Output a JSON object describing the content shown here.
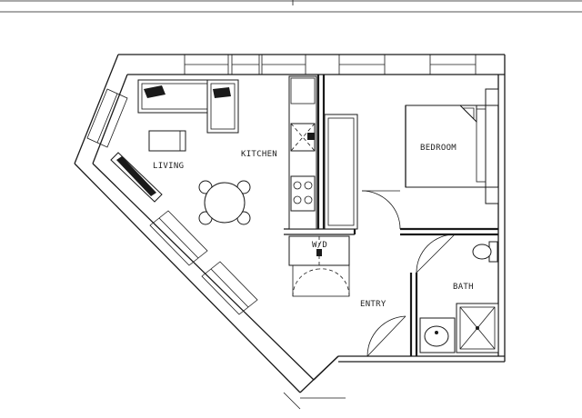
{
  "rooms": {
    "living": "LIVING",
    "kitchen": "KITCHEN",
    "bedroom": "BEDROOM",
    "wd": "W/D",
    "bath": "BATH",
    "entry": "ENTRY"
  },
  "colors": {
    "line": "#1a1a1a",
    "background": "#ffffff"
  }
}
